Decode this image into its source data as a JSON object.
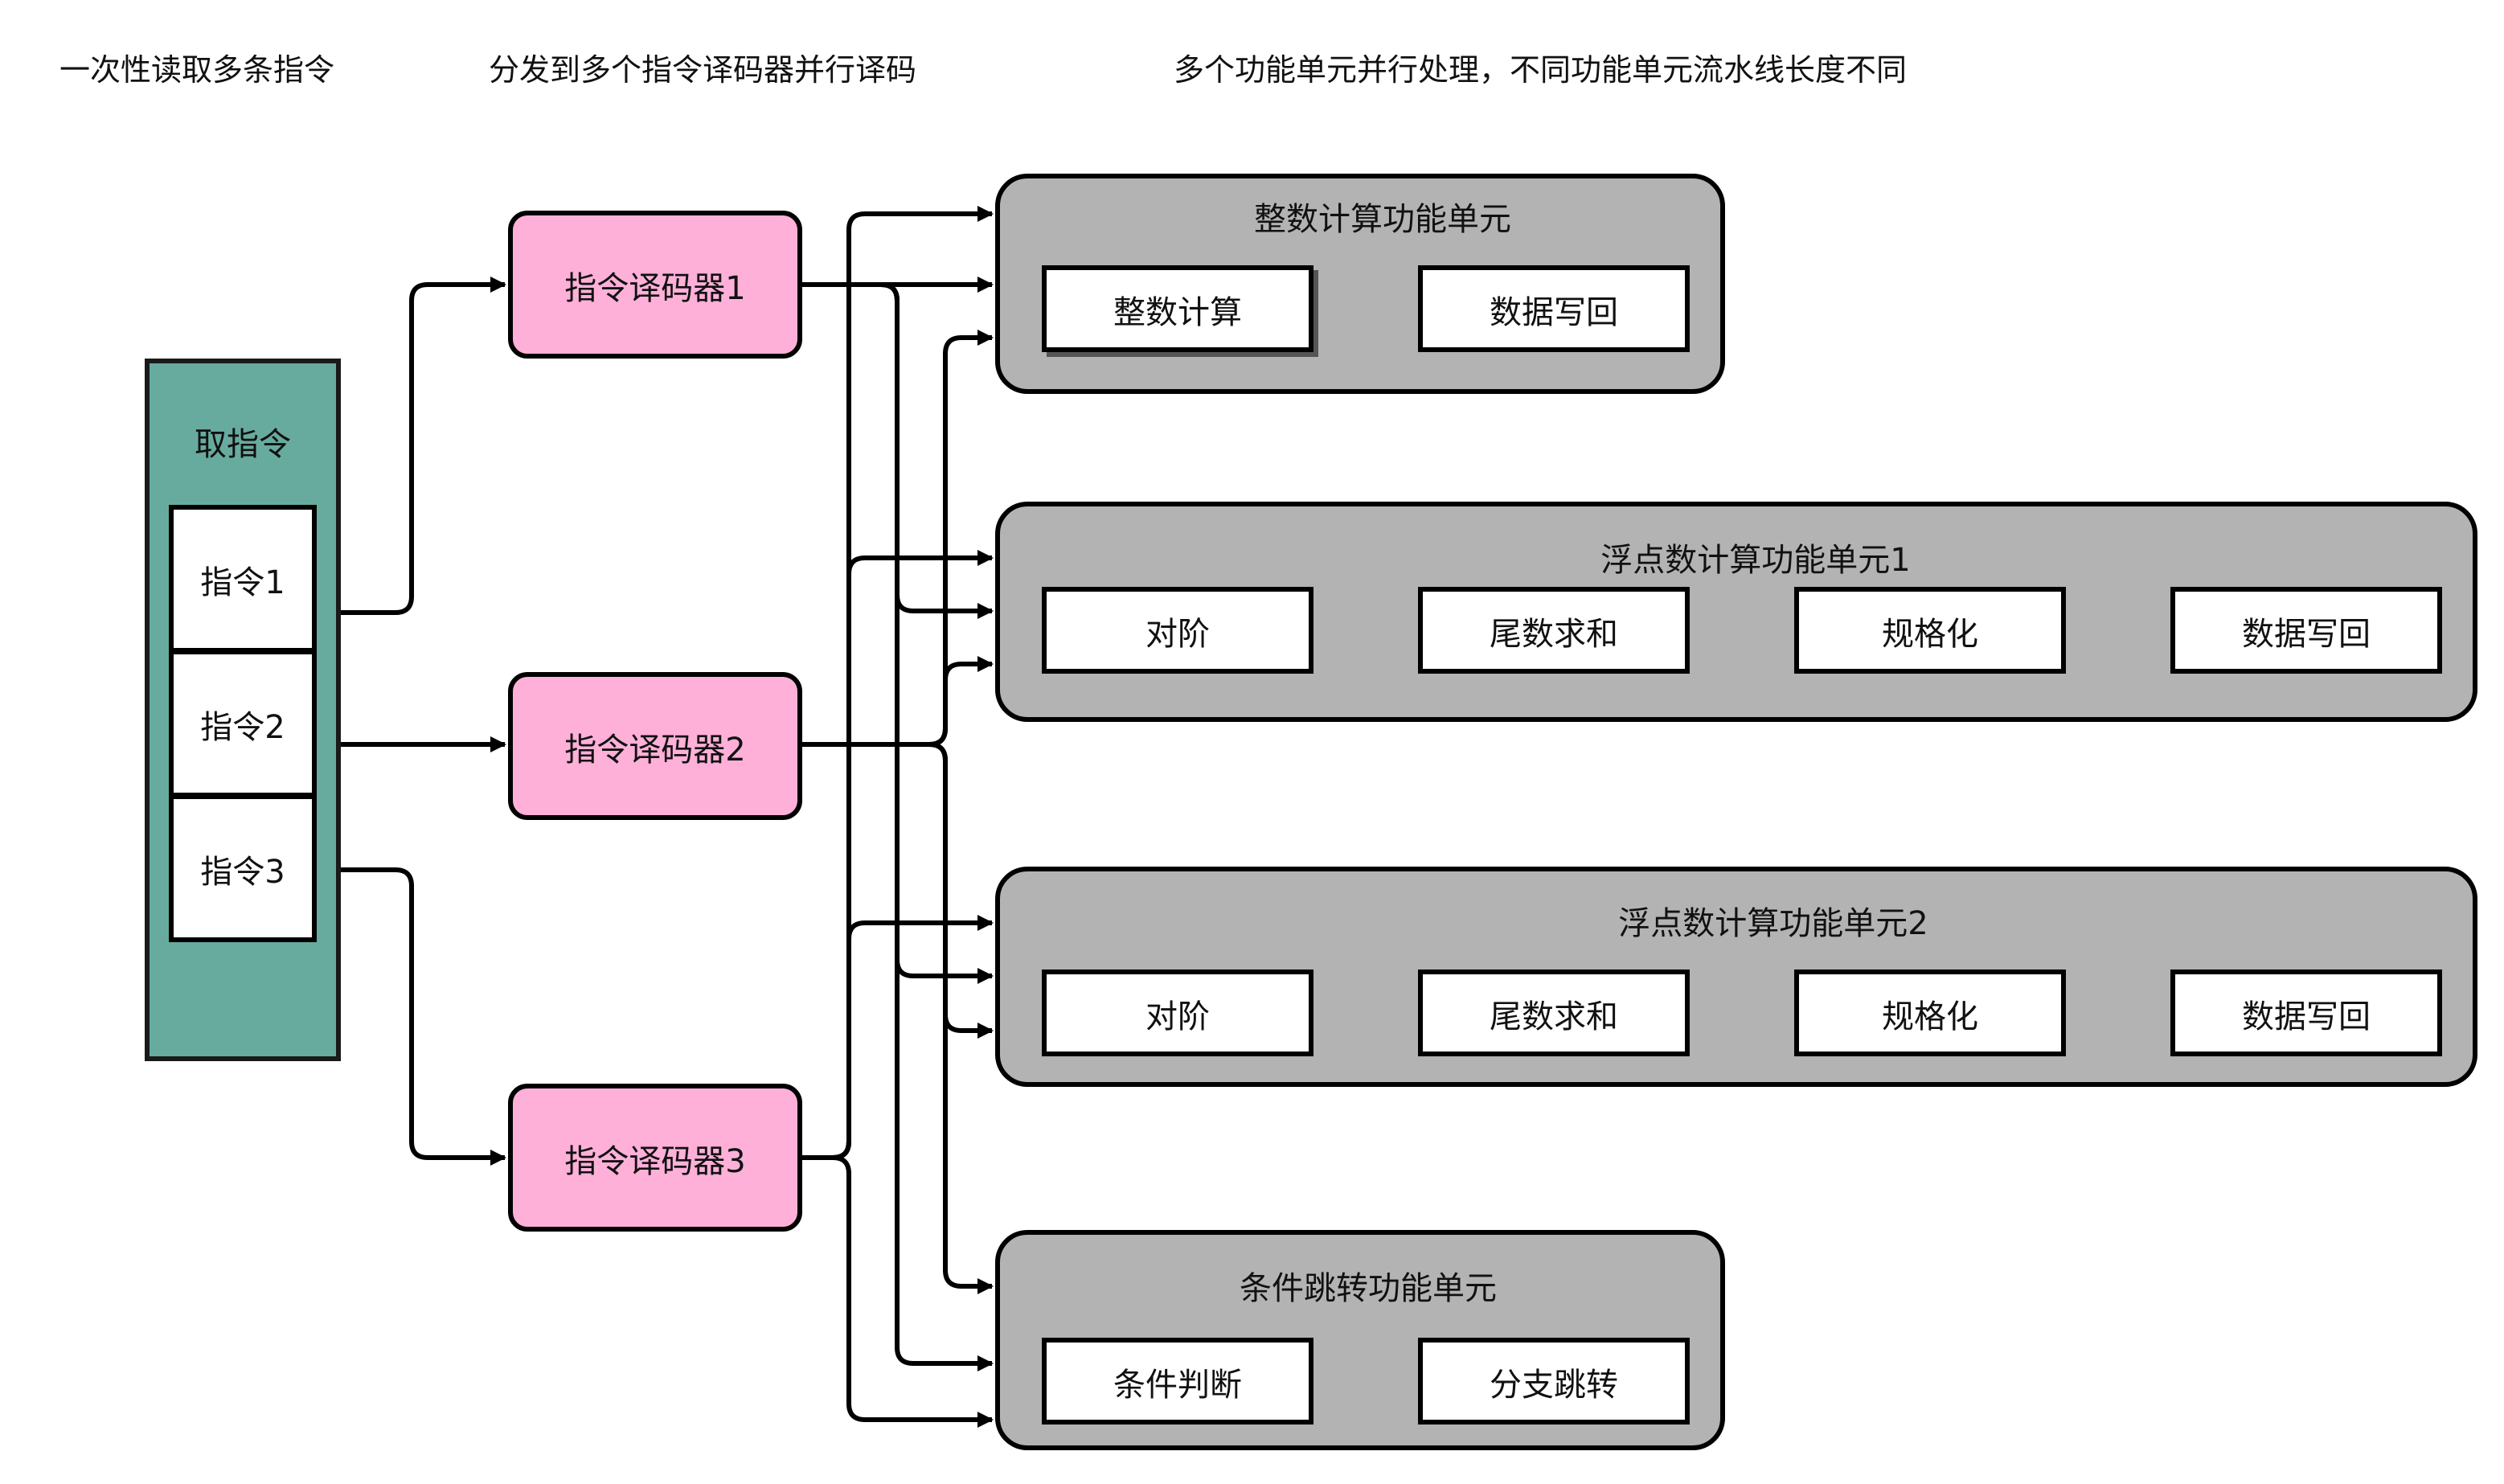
{
  "headers": {
    "fetch_caption": "一次性读取多条指令",
    "decode_caption": "分发到多个指令译码器并行译码",
    "exec_caption": "多个功能单元并行处理，不同功能单元流水线长度不同"
  },
  "fetch": {
    "title": "取指令",
    "instructions": [
      "指令1",
      "指令2",
      "指令3"
    ]
  },
  "decoders": [
    "指令译码器1",
    "指令译码器2",
    "指令译码器3"
  ],
  "units": [
    {
      "title": "整数计算功能单元",
      "stages": [
        "整数计算",
        "数据写回"
      ]
    },
    {
      "title": "浮点数计算功能单元1",
      "stages": [
        "对阶",
        "尾数求和",
        "规格化",
        "数据写回"
      ]
    },
    {
      "title": "浮点数计算功能单元2",
      "stages": [
        "对阶",
        "尾数求和",
        "规格化",
        "数据写回"
      ]
    },
    {
      "title": "条件跳转功能单元",
      "stages": [
        "条件判断",
        "分支跳转"
      ]
    }
  ],
  "colors": {
    "fetch_fill": "#67ab9f",
    "decoder_fill": "#ffb0d9",
    "unit_fill": "#b3b3b3",
    "stage_fill": "#ffffff",
    "line": "#000000"
  }
}
